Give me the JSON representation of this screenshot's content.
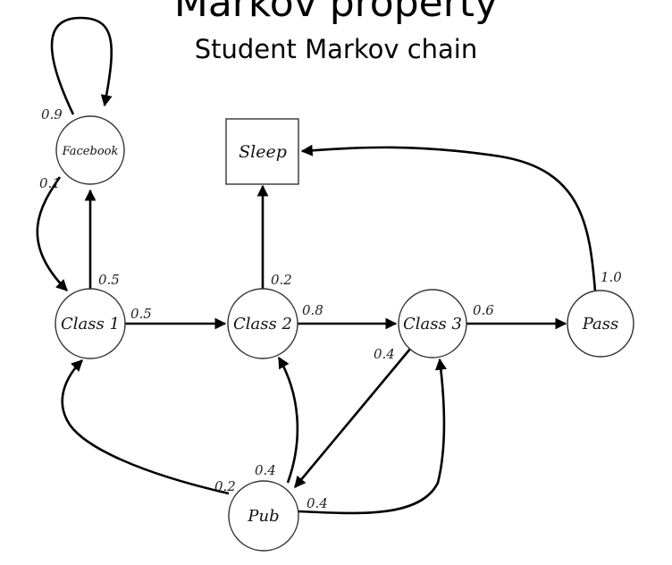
{
  "title": "Markov property",
  "subtitle": "Student Markov chain",
  "nodes": {
    "facebook": "Facebook",
    "class1": "Class 1",
    "class2": "Class 2",
    "class3": "Class 3",
    "pass": "Pass",
    "pub": "Pub",
    "sleep": "Sleep"
  },
  "edges": {
    "facebook_self": "0.9",
    "facebook_class1": "0.1",
    "class1_facebook": "0.5",
    "class1_class2": "0.5",
    "class2_sleep": "0.2",
    "class2_class3": "0.8",
    "class3_pass": "0.6",
    "class3_pub": "0.4",
    "pass_sleep": "1.0",
    "pub_class1": "0.2",
    "pub_class2": "0.4",
    "pub_class3": "0.4"
  }
}
